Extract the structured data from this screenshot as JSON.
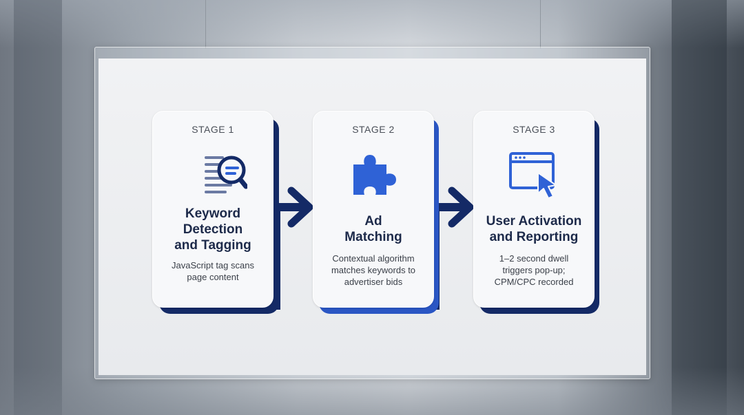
{
  "stages": [
    {
      "label": "STAGE 1",
      "title_lines": [
        "Keyword",
        "Detection",
        "and Tagging"
      ],
      "desc_lines": [
        "JavaScript tag scans",
        "page content"
      ],
      "icon": "magnifier-over-text-icon"
    },
    {
      "label": "STAGE 2",
      "title_lines": [
        "Ad",
        "Matching"
      ],
      "desc_lines": [
        "Contextual algorithm",
        "matches keywords to",
        "advertiser bids"
      ],
      "icon": "puzzle-piece-icon"
    },
    {
      "label": "STAGE 3",
      "title_lines": [
        "User Activation",
        "and Reporting"
      ],
      "desc_lines": [
        "1–2 second dwell",
        "triggers pop-up;",
        "CPM/CPC recorded"
      ],
      "icon": "browser-cursor-icon"
    }
  ],
  "colors": {
    "navy": "#142a66",
    "accent_blue": "#2f62d6",
    "card_shadow_1": "#142a66",
    "card_shadow_2": "#2a56c4",
    "card_shadow_3": "#142a66"
  }
}
